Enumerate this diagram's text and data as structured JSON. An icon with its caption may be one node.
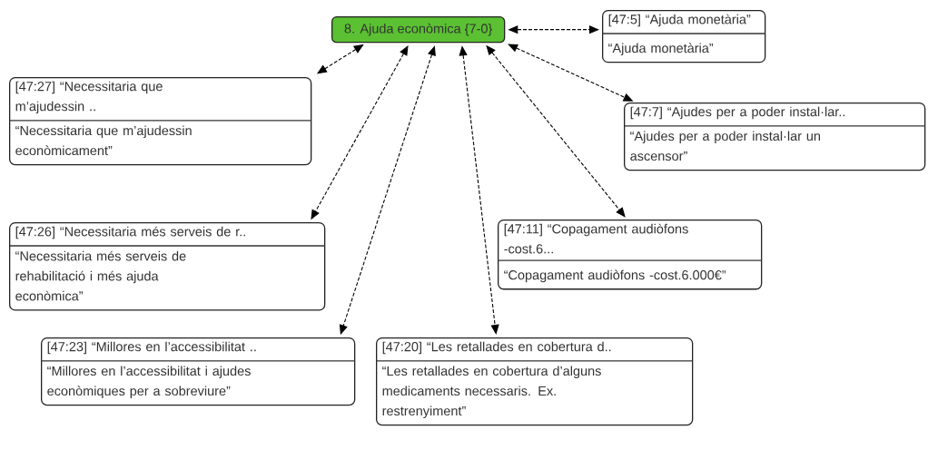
{
  "diagram": {
    "nodes": [
      {
        "text": [
          "8. Ajuda econòmica {7-0}"
        ]
      },
      {
        "text": [
          "[47:5] “Ajuda monetària”",
          "“Ajuda monetària”"
        ]
      },
      {
        "text": [
          "[47:27] “Necessitaria que m’ajudessin ..",
          "“Necessitaria que m’ajudessin econòmicament”"
        ]
      },
      {
        "text": [
          "[47:7] “Ajudes per a poder instal·lar..",
          "“Ajudes per a poder instal·lar un ascensor”"
        ]
      },
      {
        "text": [
          "[47:26] “Necessitaria més serveis de r..",
          "“Necessitaria més serveis de rehabilitació i més ajuda econòmica”"
        ]
      },
      {
        "text": [
          "[47:11] “Copagament audiòfons -cost.6...",
          "“Copagament audiòfons -cost.6.000€”"
        ]
      },
      {
        "text": [
          "[47:23] “Millores en l’accessibilitat ..",
          "“Millores en l’accessibilitat i ajudes econòmiques per a sobreviure”"
        ]
      },
      {
        "text": [
          "[47:20] “Les retallades en cobertura d..",
          "“Les retallades en cobertura d’alguns medicaments necessaris. Ex. restrenyiment”"
        ]
      }
    ],
    "edges": [
      {
        "from": 0,
        "to": 1,
        "arrow": "both",
        "style": "dashed"
      },
      {
        "from": 0,
        "to": 2,
        "arrow": "both",
        "style": "dashed"
      },
      {
        "from": 0,
        "to": 3,
        "arrow": "both",
        "style": "dashed"
      },
      {
        "from": 0,
        "to": 4,
        "arrow": "both",
        "style": "dashed"
      },
      {
        "from": 0,
        "to": 6,
        "arrow": "both",
        "style": "dashed"
      },
      {
        "from": 0,
        "to": 7,
        "arrow": "both",
        "style": "dashed"
      },
      {
        "from": 0,
        "to": 5,
        "arrow": "both",
        "style": "dashed"
      }
    ]
  }
}
